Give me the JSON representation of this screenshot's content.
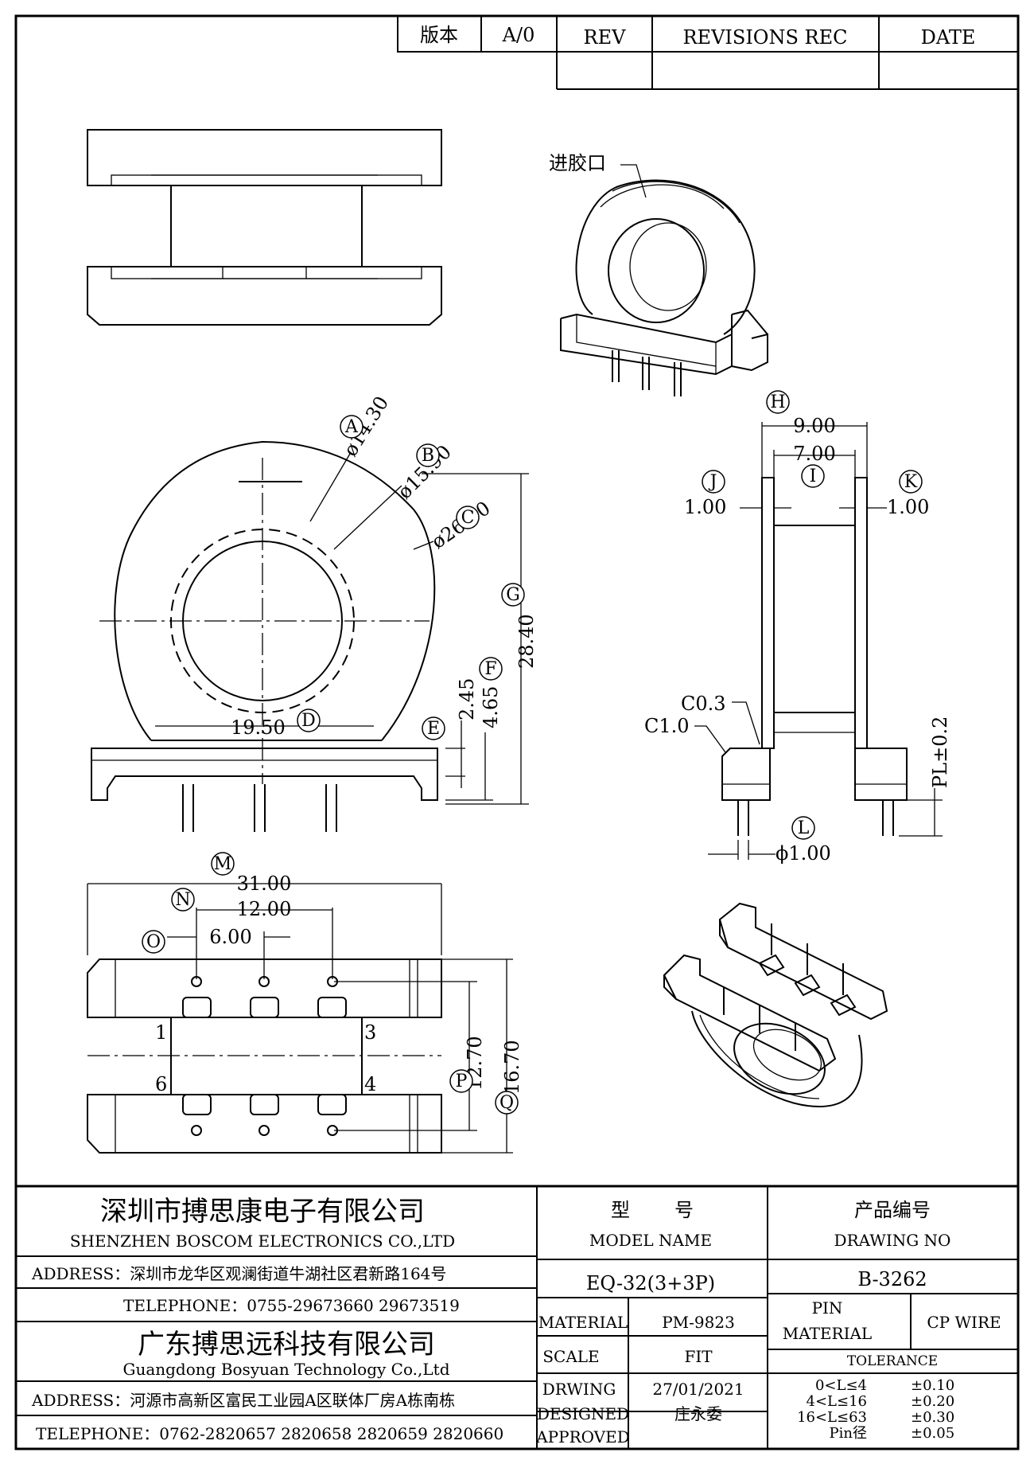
{
  "revision_block": {
    "version_label": "版本",
    "version_value": "A/0",
    "rev_header": "REV",
    "revisions_header": "REVISIONS REC",
    "date_header": "DATE"
  },
  "views": {
    "gate_label": "进胶口",
    "front": {
      "dims": {
        "A_value": "ø14.30",
        "B_value": "ø15.90",
        "C_value": "ø26.80",
        "D_value": "19.50",
        "E_value": "2.45",
        "F_value": "4.65",
        "G_value": "28.40"
      },
      "balloons": {
        "A": "A",
        "B": "B",
        "C": "C",
        "D": "D",
        "E": "E",
        "F": "F",
        "G": "G"
      }
    },
    "side": {
      "dims": {
        "H_value": "9.00",
        "I_value": "7.00",
        "J_value": "1.00",
        "K_value": "1.00",
        "L_value": "ϕ1.00",
        "chamfer1": "C0.3",
        "chamfer2": "C1.0",
        "pl": "PL±0.2"
      },
      "balloons": {
        "H": "H",
        "I": "I",
        "J": "J",
        "K": "K",
        "L": "L"
      }
    },
    "bottom": {
      "dims": {
        "M_value": "31.00",
        "N_value": "12.00",
        "O_value": "6.00",
        "P_value": "12.70",
        "Q_value": "16.70"
      },
      "pins": {
        "p1": "1",
        "p3": "3",
        "p6": "6",
        "p4": "4"
      },
      "balloons": {
        "M": "M",
        "N": "N",
        "O": "O",
        "P": "P",
        "Q": "Q"
      }
    }
  },
  "title_block": {
    "company1_cn": "深圳市搏思康电子有限公司",
    "company1_en": "SHENZHEN BOSCOM ELECTRONICS CO.,LTD",
    "address1": "ADDRESS：深圳市龙华区观澜街道牛湖社区君新路164号",
    "telephone1": "TELEPHONE：0755-29673660 29673519",
    "company2_cn": "广东搏思远科技有限公司",
    "company2_en": "Guangdong Bosyuan Technology Co.,Ltd",
    "address2": "ADDRESS：河源市高新区富民工业园A区联体厂房A栋南栋",
    "telephone2": "TELEPHONE：0762-2820657 2820658 2820659 2820660",
    "model_cn_1": "型",
    "model_cn_2": "号",
    "model_label": "MODEL NAME",
    "model_value": "EQ-32(3+3P)",
    "drawing_no_cn": "产品编号",
    "drawing_no_label": "DRAWING NO",
    "drawing_no_value": "B-3262",
    "material_label": "MATERIAL",
    "material_value": "PM-9823",
    "scale_label": "SCALE",
    "scale_value": "FIT",
    "drawing_label": "DRWING",
    "drawing_value": "27/01/2021",
    "designed_label": "DESIGNED",
    "designed_value": "庄永委",
    "approved_label": "APPROVED",
    "approved_value": "",
    "pin_material_label_1": "PIN",
    "pin_material_label_2": "MATERIAL",
    "pin_material_value": "CP WIRE",
    "tolerance_label": "TOLERANCE",
    "tolerances": [
      {
        "range": "0<L≤4",
        "value": "±0.10"
      },
      {
        "range": "4<L≤16",
        "value": "±0.20"
      },
      {
        "range": "16<L≤63",
        "value": "±0.30"
      },
      {
        "range": "Pin径",
        "value": "±0.05"
      }
    ]
  }
}
